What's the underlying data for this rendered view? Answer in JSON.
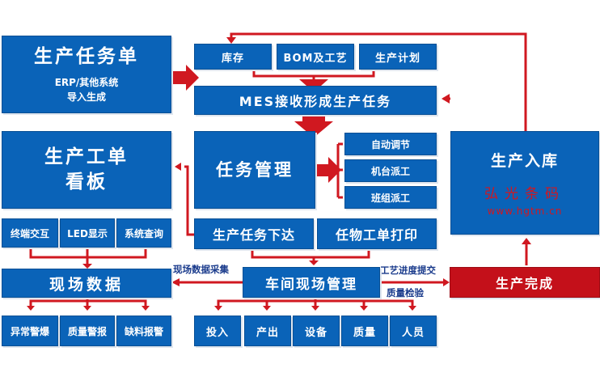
{
  "colors": {
    "box": "#0a63b8",
    "accent_red": "#c4101a",
    "arrow": "#d01820",
    "label": "#1a3b8c"
  },
  "order": {
    "title": "生产任务单",
    "sub1": "ERP/其他系统",
    "sub2": "导入生成"
  },
  "inventory": "库存",
  "bom": "BOM及工艺",
  "plan": "生产计划",
  "mes": "MES接收形成生产任务",
  "task_mgmt": "任务管理",
  "auto": "自动调节",
  "machine": "机台派工",
  "team": "班组派工",
  "board": {
    "line1": "生产工单",
    "line2": "看板"
  },
  "issue": "生产任务下达",
  "print": "任物工单打印",
  "terminal": "终端交互",
  "led": "LED显示",
  "query": "系统查询",
  "field_data": "现场数据",
  "collect_label": "现场数据采集",
  "workshop": "车间现场管理",
  "progress_label": "工艺进度提交",
  "quality_label": "质量检验",
  "warehouse": "生产入库",
  "watermark_cn": "弘光条码",
  "watermark_url": "www.hgtm.cn",
  "complete": "生产完成",
  "alarms": [
    "异常警爆",
    "质量警报",
    "缺料报警"
  ],
  "bottom": [
    "投入",
    "产出",
    "设备",
    "质量",
    "人员"
  ]
}
